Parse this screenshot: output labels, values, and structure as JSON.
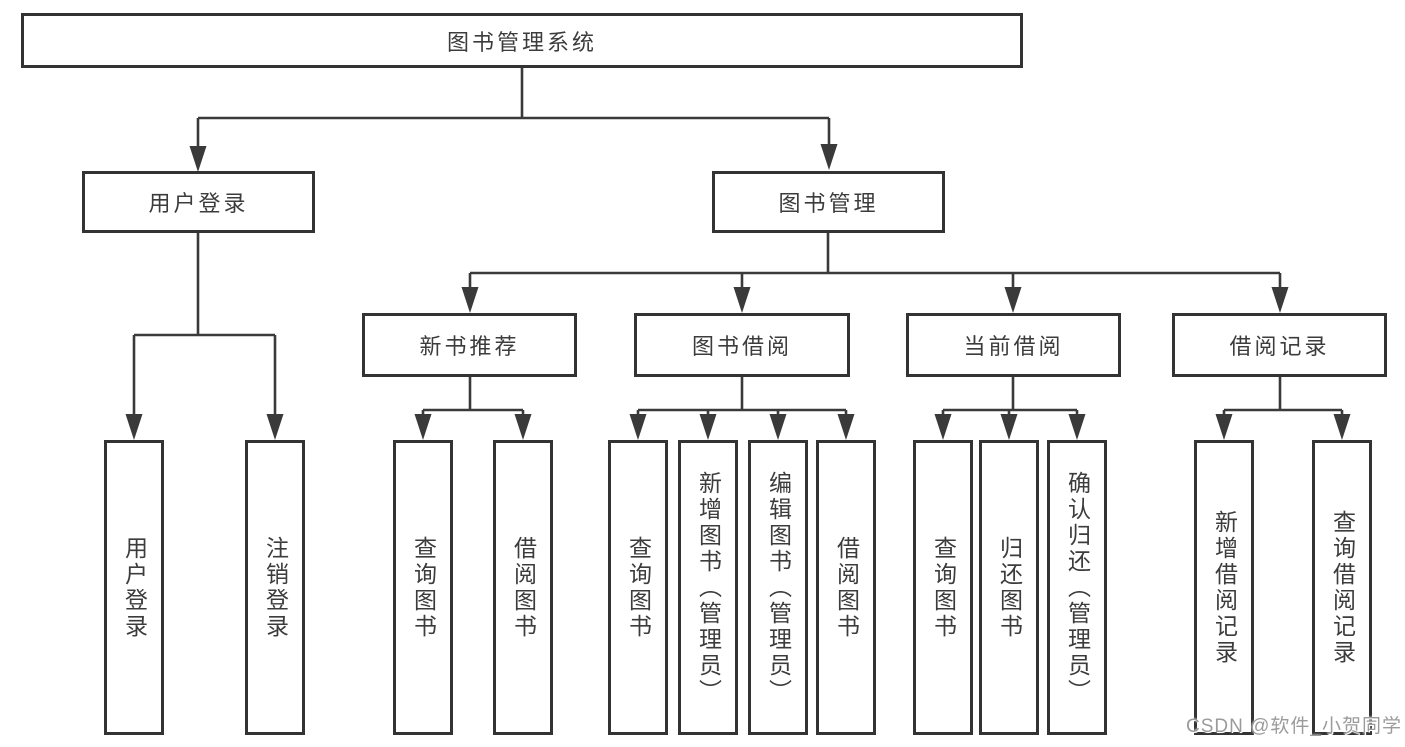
{
  "tree": {
    "root": {
      "label": "图书管理系统",
      "children": [
        {
          "label": "用户登录",
          "children": [
            {
              "label": "用户登录"
            },
            {
              "label": "注销登录"
            }
          ]
        },
        {
          "label": "图书管理",
          "children": [
            {
              "label": "新书推荐",
              "children": [
                {
                  "label": "查询图书"
                },
                {
                  "label": "借阅图书"
                }
              ]
            },
            {
              "label": "图书借阅",
              "children": [
                {
                  "label": "查询图书"
                },
                {
                  "label": "新增图书（管理员）"
                },
                {
                  "label": "编辑图书（管理员）"
                },
                {
                  "label": "借阅图书"
                }
              ]
            },
            {
              "label": "当前借阅",
              "children": [
                {
                  "label": "查询图书"
                },
                {
                  "label": "归还图书"
                },
                {
                  "label": "确认归还（管理员）"
                }
              ]
            },
            {
              "label": "借阅记录",
              "children": [
                {
                  "label": "新增借阅记录"
                },
                {
                  "label": "查询借阅记录"
                }
              ]
            }
          ]
        }
      ]
    }
  },
  "watermark": "CSDN @软件_小贺同学",
  "colors": {
    "line": "#3a3a3a",
    "box_border": "#333333",
    "text": "#3c3c3c",
    "background": "#ffffff",
    "watermark_text": "#9b9b9b"
  }
}
